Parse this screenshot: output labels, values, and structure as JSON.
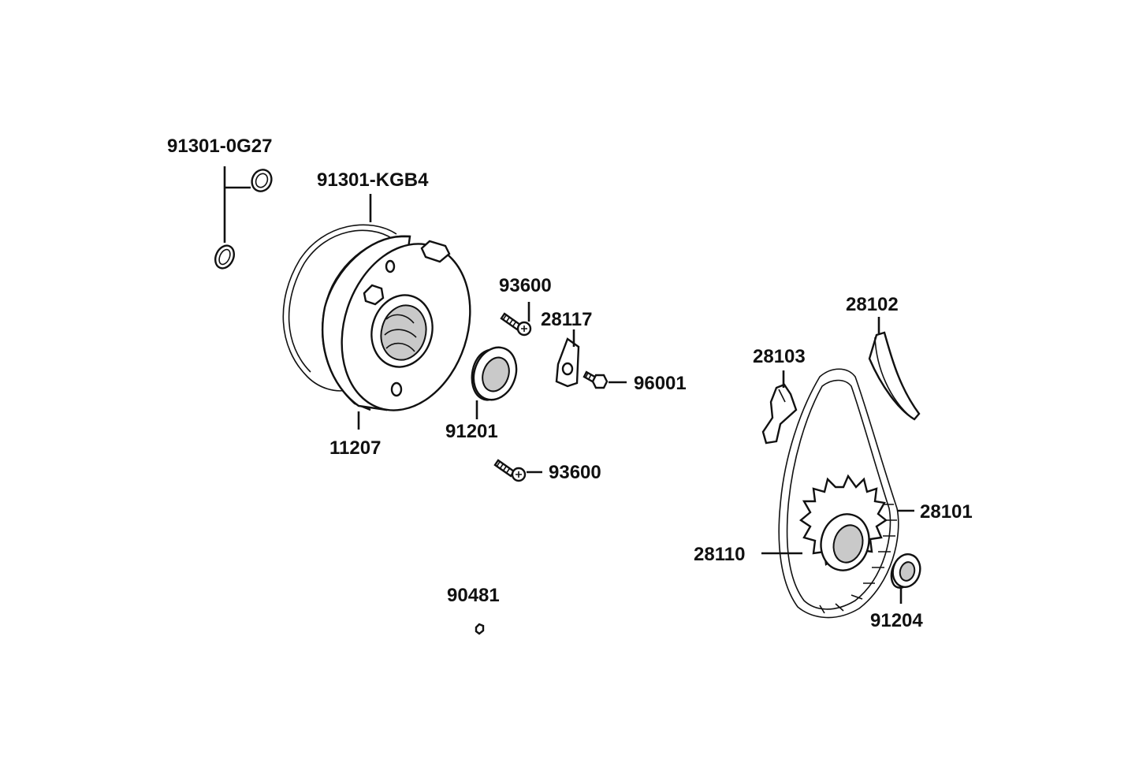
{
  "diagram": {
    "labels": {
      "o_ring_small": "91301-0G27",
      "o_ring_large": "91301-KGB4",
      "oil_pump": "11207",
      "screw_upper": "93600",
      "plate": "28117",
      "bolt": "96001",
      "oil_seal": "91201",
      "screw_lower": "93600",
      "pin": "90481",
      "chain_guide": "28102",
      "tensioner": "28103",
      "chain": "28101",
      "sprocket": "28110",
      "washer": "91204"
    }
  }
}
